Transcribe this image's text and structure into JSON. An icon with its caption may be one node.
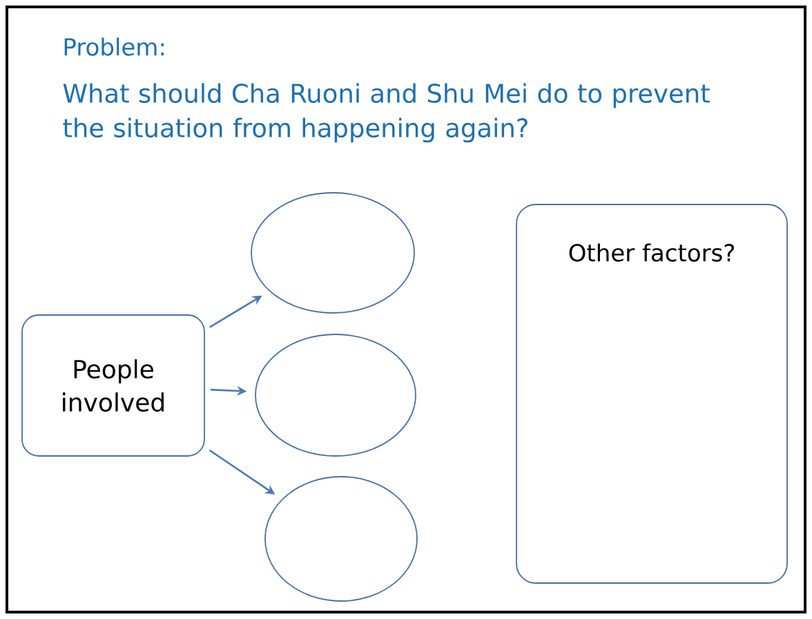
{
  "diagram": {
    "title": "Problem:",
    "nodes": [
      {
        "text": [
          "People involved"
        ]
      },
      {
        "text": [],
        "shape": "ellipse"
      },
      {
        "text": [],
        "shape": "ellipse"
      },
      {
        "text": [],
        "shape": "ellipse"
      },
      {
        "text": [
          "Other factors?"
        ]
      }
    ],
    "edges": [
      {
        "from": 0,
        "to": 1,
        "arrow": "to"
      },
      {
        "from": 0,
        "to": 2,
        "arrow": "to"
      },
      {
        "from": 0,
        "to": 3,
        "arrow": "to"
      }
    ],
    "labels": [
      "What should Cha Ruoni and Shu Mei do to prevent the situation from happening again?"
    ]
  }
}
